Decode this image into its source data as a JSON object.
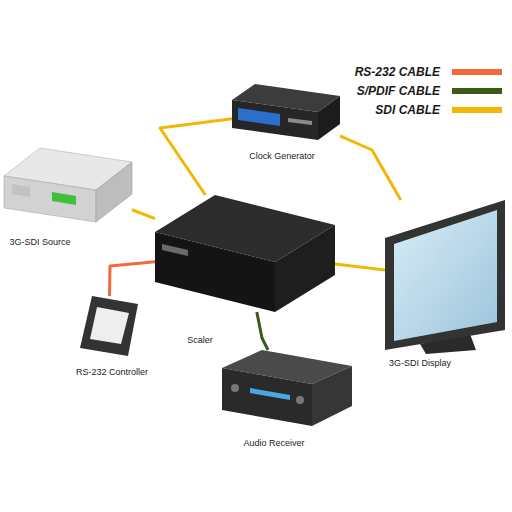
{
  "diagram": {
    "nodes": [
      {
        "text": [
          "Clock Generator"
        ]
      },
      {
        "text": [
          "3G-SDI Source"
        ]
      },
      {
        "text": [
          "Scaler"
        ]
      },
      {
        "text": [
          "3G-SDI Display"
        ]
      },
      {
        "text": [
          "RS-232 Controller"
        ]
      },
      {
        "text": [
          "Audio Receiver"
        ]
      }
    ],
    "edges": [
      {
        "from": 1,
        "to": 2,
        "arrow": "none"
      },
      {
        "from": 0,
        "to": 2,
        "arrow": "none"
      },
      {
        "from": 0,
        "to": 3,
        "arrow": "none"
      },
      {
        "from": 2,
        "to": 3,
        "arrow": "none"
      },
      {
        "from": 4,
        "to": 2,
        "arrow": "none"
      },
      {
        "from": 2,
        "to": 5,
        "arrow": "none"
      }
    ],
    "legend": [
      {
        "text": "RS-232 CABLE",
        "color": "#f4683c"
      },
      {
        "text": "S/PDIF CABLE",
        "color": "#3d5a1a"
      },
      {
        "text": "SDI CABLE",
        "color": "#f2b705"
      }
    ]
  }
}
